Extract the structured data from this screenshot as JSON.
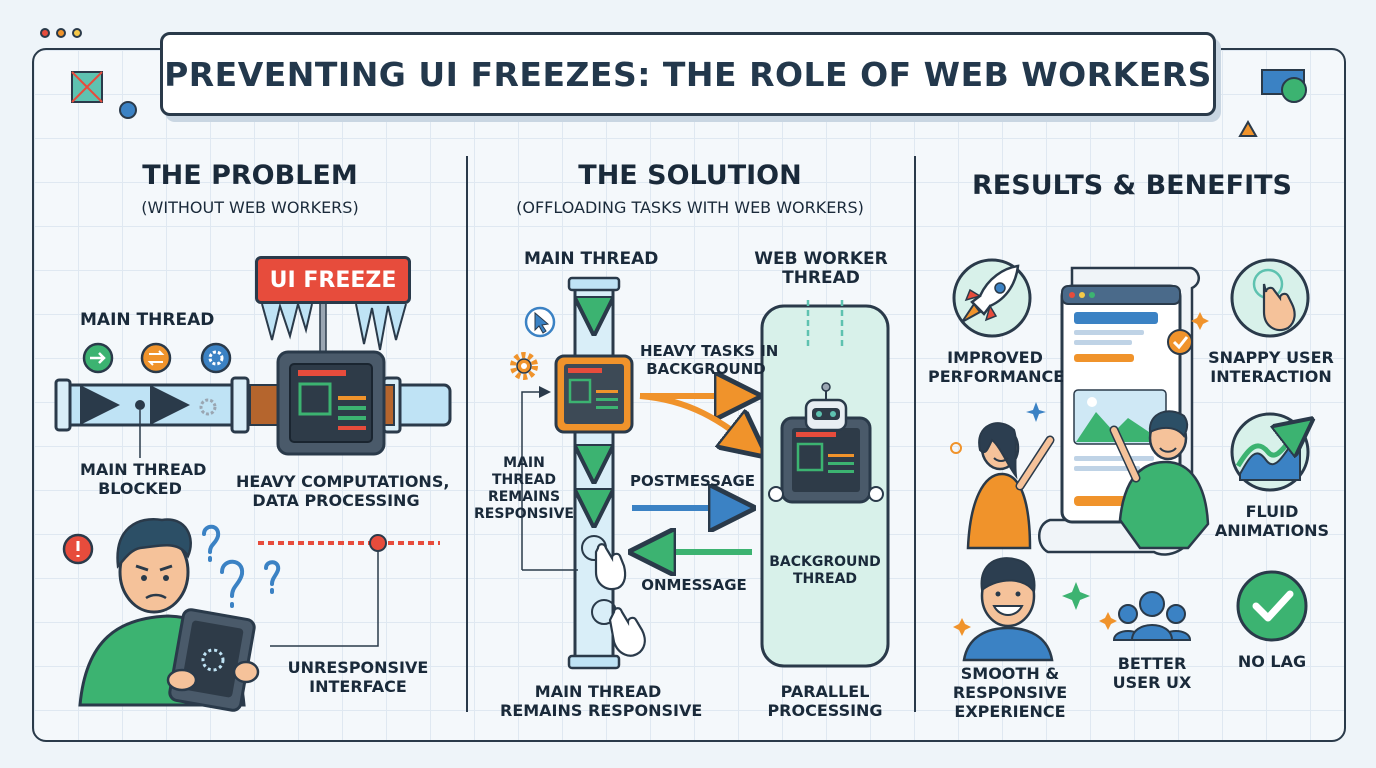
{
  "title": "PREVENTING UI FREEZES: THE ROLE OF WEB WORKERS",
  "problem": {
    "heading": "THE PROBLEM",
    "subheading": "(WITHOUT WEB WORKERS)",
    "freeze_tag": "UI FREEZE",
    "main_thread": "MAIN THREAD",
    "blocked": [
      "MAIN THREAD",
      "BLOCKED"
    ],
    "heavy": [
      "HEAVY COMPUTATIONS,",
      "DATA PROCESSING"
    ],
    "unresponsive": [
      "UNRESPONSIVE",
      "INTERFACE"
    ]
  },
  "solution": {
    "heading": "THE SOLUTION",
    "subheading": "(OFFLOADING TASKS WITH WEB WORKERS)",
    "main_thread": "MAIN THREAD",
    "worker_thread": [
      "WEB WORKER",
      "THREAD"
    ],
    "heavy_tasks": [
      "HEAVY TASKS IN",
      "BACKGROUND"
    ],
    "remains_side": [
      "MAIN",
      "THREAD",
      "REMAINS",
      "RESPONSIVE"
    ],
    "postmessage": "POSTMESSAGE",
    "onmessage": "ONMESSAGE",
    "background_thread": [
      "BACKGROUND",
      "THREAD"
    ],
    "remains_bottom": [
      "MAIN THREAD",
      "REMAINS RESPONSIVE"
    ],
    "parallel": [
      "PARALLEL",
      "PROCESSING"
    ]
  },
  "results": {
    "heading": "RESULTS & BENEFITS",
    "improved": [
      "IMPROVED",
      "PERFORMANCE"
    ],
    "snappy": [
      "SNAPPY USER",
      "INTERACTION"
    ],
    "fluid": [
      "FLUID",
      "ANIMATIONS"
    ],
    "smooth": [
      "SMOOTH &",
      "RESPONSIVE",
      "EXPERIENCE"
    ],
    "better": [
      "BETTER",
      "USER UX"
    ],
    "nolag": "NO LAG"
  },
  "colors": {
    "outline": "#2a3a4a",
    "red": "#e74c3c",
    "orange": "#f0932b",
    "green": "#3cb371",
    "blue": "#3b82c4",
    "teal": "#5ec2b0",
    "pale_teal": "#d8f1ea",
    "ice": "#bfe3f5"
  }
}
